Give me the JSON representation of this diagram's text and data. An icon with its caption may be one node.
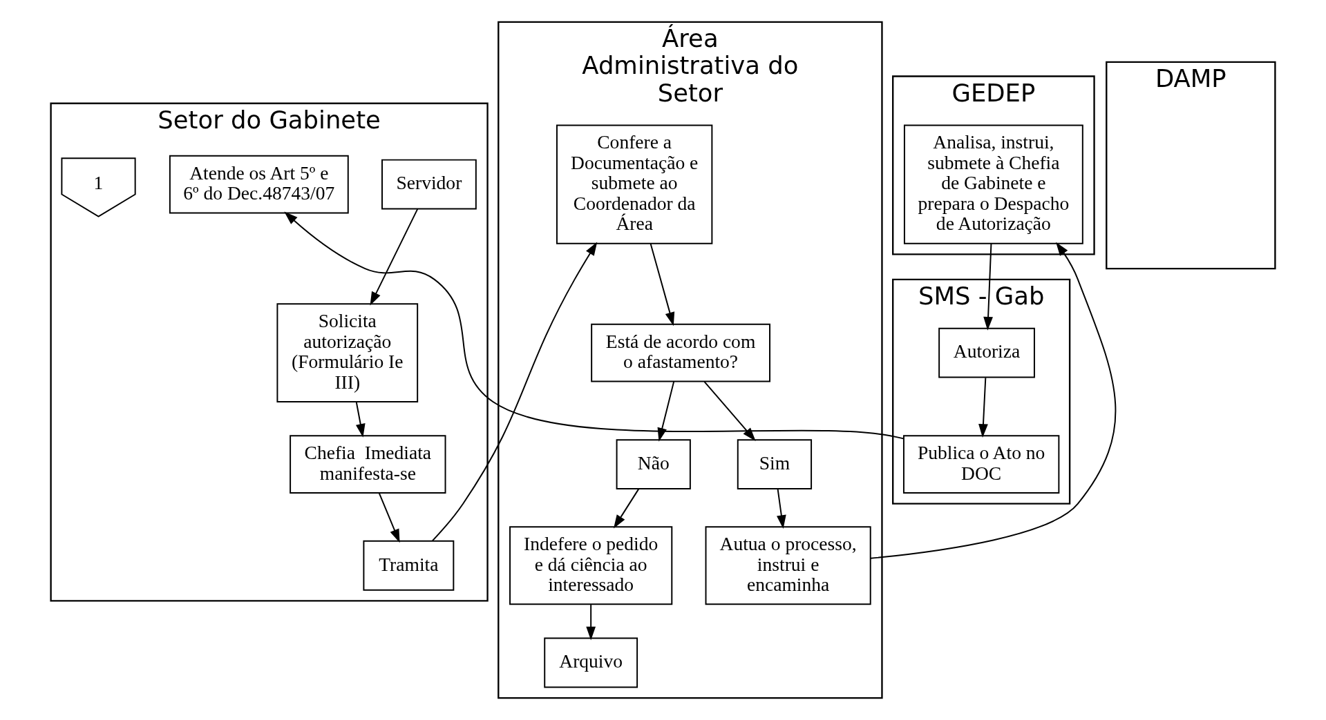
{
  "diagram": {
    "nodes": [
      {
        "text": [
          "Setor do Gabinete"
        ]
      },
      {
        "text": [
          "Área Administrativa do Setor"
        ]
      },
      {
        "text": [
          "GEDEP"
        ]
      },
      {
        "text": [
          "SMS - Gab"
        ]
      },
      {
        "text": [
          "DAMP"
        ]
      },
      {
        "text": [
          "Servidor"
        ],
        "in": 0
      },
      {
        "text": [
          "Solicita autorização (Formulário Ie III)"
        ],
        "in": 0
      },
      {
        "text": [
          "Chefia  Imediata manifesta-se"
        ],
        "in": 0
      },
      {
        "text": [
          "Tramita"
        ],
        "in": 0
      },
      {
        "text": [
          "Atende os Art 5º e 6º do Dec.48743/07"
        ],
        "in": 0
      },
      {
        "text": [
          "1"
        ],
        "in": 0
      },
      {
        "text": [
          "Confere a Documentação e submete ao Coordenador da Área"
        ],
        "in": 1
      },
      {
        "text": [
          "Está de acordo com o afastamento?"
        ],
        "in": 1
      },
      {
        "text": [
          "Não"
        ],
        "in": 1
      },
      {
        "text": [
          "Sim"
        ],
        "in": 1
      },
      {
        "text": [
          "Indefere o pedido e dá ciência ao interessado"
        ],
        "in": 1
      },
      {
        "text": [
          "Autua o processo, instrui e encaminha"
        ],
        "in": 1
      },
      {
        "text": [
          "Arquivo"
        ],
        "in": 1
      },
      {
        "text": [
          "Analisa, instrui, submete à Chefia de Gabinete e prepara o Despacho de Autorização"
        ],
        "in": 2
      },
      {
        "text": [
          "Autoriza"
        ],
        "in": 3
      },
      {
        "text": [
          "Publica o Ato no DOC"
        ],
        "in": 3
      }
    ],
    "edges": [
      {
        "from": 5,
        "to": 6,
        "arrow": "to"
      },
      {
        "from": 6,
        "to": 7,
        "arrow": "to"
      },
      {
        "from": 7,
        "to": 8,
        "arrow": "to"
      },
      {
        "from": 8,
        "to": 11,
        "arrow": "to"
      },
      {
        "from": 11,
        "to": 12,
        "arrow": "to"
      },
      {
        "from": 12,
        "to": 13,
        "arrow": "to"
      },
      {
        "from": 12,
        "to": 14,
        "arrow": "to"
      },
      {
        "from": 13,
        "to": 15,
        "arrow": "to"
      },
      {
        "from": 14,
        "to": 16,
        "arrow": "to"
      },
      {
        "from": 15,
        "to": 17,
        "arrow": "to"
      },
      {
        "from": 16,
        "to": 18,
        "arrow": "to"
      },
      {
        "from": 18,
        "to": 19,
        "arrow": "to"
      },
      {
        "from": 19,
        "to": 20,
        "arrow": "to"
      },
      {
        "from": 20,
        "to": 9,
        "arrow": "to"
      }
    ]
  }
}
